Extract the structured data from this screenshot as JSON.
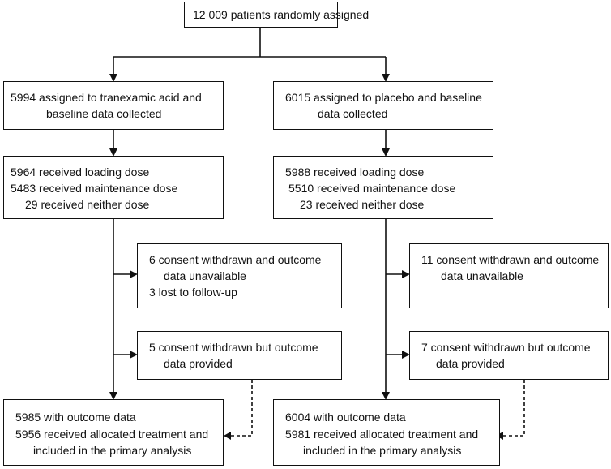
{
  "top": {
    "line1": "12 009 patients randomly assigned"
  },
  "left": {
    "assigned": {
      "line1": "5994 assigned to tranexamic acid and",
      "line2": "baseline data collected"
    },
    "dose": {
      "line1": "5964 received loading dose",
      "line2": "5483 received maintenance dose",
      "line3": "29 received neither dose"
    },
    "excluded1": {
      "line1": "6 consent withdrawn and outcome",
      "line2": "data unavailable",
      "line3": "3 lost to follow-up"
    },
    "excluded2": {
      "line1": "5 consent withdrawn but outcome",
      "line2": "data provided"
    },
    "outcome": {
      "line1": "5985 with outcome data",
      "line2": "5956 received allocated treatment and",
      "line3": "included in the primary analysis"
    }
  },
  "right": {
    "assigned": {
      "line1": "6015 assigned to placebo and baseline",
      "line2": "data collected"
    },
    "dose": {
      "line1": "5988 received loading dose",
      "line2": "5510 received maintenance dose",
      "line3": "23 received neither dose"
    },
    "excluded1": {
      "line1": "11 consent withdrawn and outcome",
      "line2": "data unavailable"
    },
    "excluded2": {
      "line1": "7 consent withdrawn but outcome",
      "line2": "data provided"
    },
    "outcome": {
      "line1": "6004 with outcome data",
      "line2": "5981 received allocated treatment and",
      "line3": "included in the primary analysis"
    }
  }
}
